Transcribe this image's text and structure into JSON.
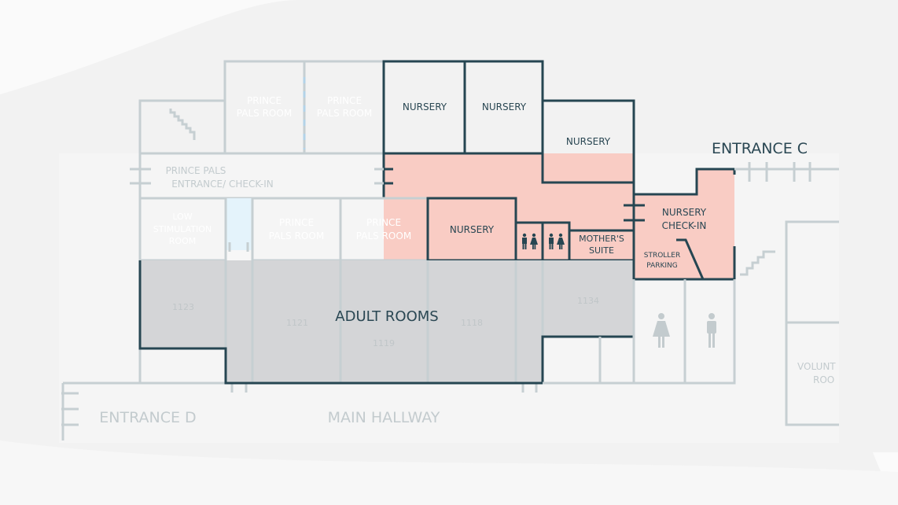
{
  "colors": {
    "outline": "#264652",
    "prince_pals": "#b3d3e8",
    "corridor": "#e4f3fb",
    "nursery": "#f7937a",
    "nursery_area": "#f9ccc4",
    "adult": "#d4d5d7"
  },
  "rooms": {
    "prince_pals_1": [
      "PRINCE",
      "PALS ROOM"
    ],
    "prince_pals_2": [
      "PRINCE",
      "PALS ROOM"
    ],
    "prince_pals_3": [
      "PRINCE",
      "PALS ROOM"
    ],
    "prince_pals_4": [
      "PRINCE",
      "PALS ROOM"
    ],
    "nursery_1": "NURSERY",
    "nursery_2": "NURSERY",
    "nursery_3": "NURSERY",
    "nursery_4": "NURSERY",
    "pp_entrance": [
      "PRINCE PALS",
      "ENTRANCE/ CHECK-IN"
    ],
    "low_stim": [
      "LOW",
      "STIMULATION",
      "ROOM"
    ],
    "mothers_suite": [
      "MOTHER'S",
      "SUITE"
    ],
    "nursery_checkin": [
      "NURSERY",
      "CHECK-IN"
    ],
    "stroller": [
      "STROLLER",
      "PARKING"
    ],
    "adult_rooms": "ADULT ROOMS",
    "room_numbers": [
      "1123",
      "1121",
      "1119",
      "1118",
      "1134"
    ],
    "volunteer": [
      "VOLUNT",
      "ROO"
    ]
  },
  "entrances": {
    "c": "ENTRANCE C",
    "d": "ENTRANCE D"
  },
  "hallway": "MAIN HALLWAY",
  "icons": [
    "stairs-icon",
    "family-restroom-icon",
    "woman-restroom-icon",
    "man-restroom-icon"
  ]
}
